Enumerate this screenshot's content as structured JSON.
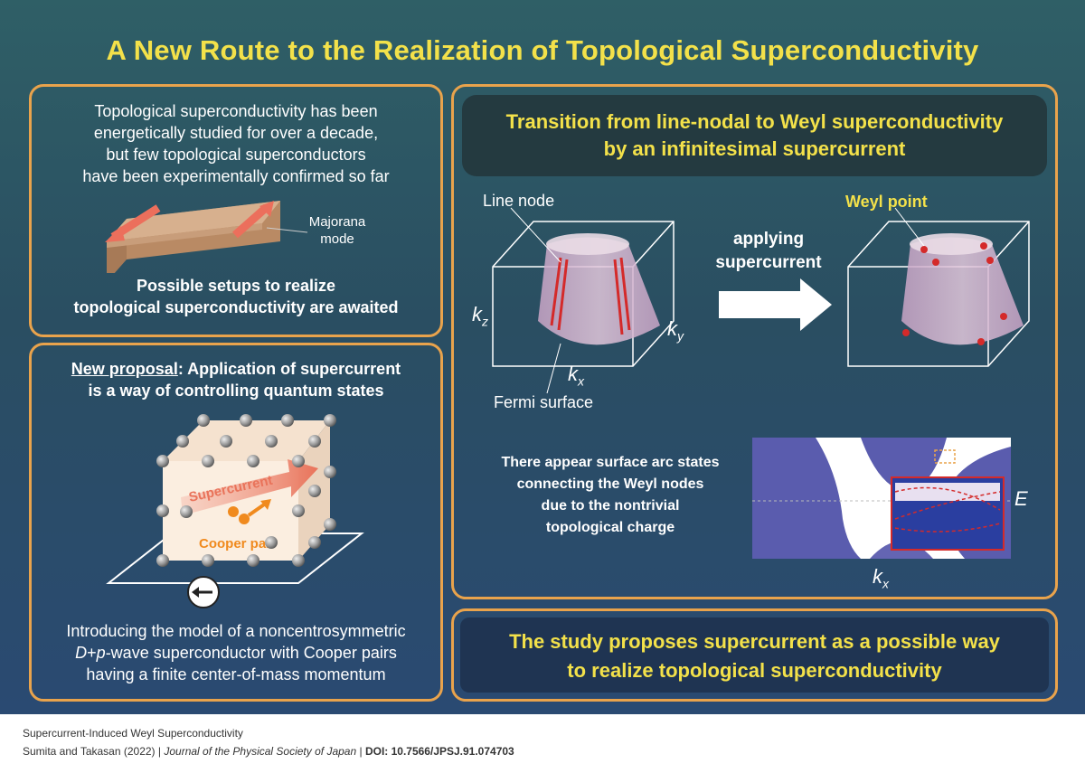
{
  "title": "A New Route to the Realization of Topological Superconductivity",
  "panel_top_left": {
    "intro": [
      "Topological superconductivity has been",
      "energetically studied for over a decade,",
      "but few topological superconductors",
      "have been experimentally confirmed so far"
    ],
    "majorana_label": [
      "Majorana",
      "mode"
    ],
    "conclusion": [
      "Possible setups to realize",
      "topological superconductivity are awaited"
    ]
  },
  "panel_bottom_left": {
    "proposal_prefix": "New proposal",
    "proposal_rest": ": Application of supercurrent",
    "proposal_line2": "is a way of controlling quantum states",
    "supercurrent_label": "Supercurrent",
    "cooper_label": "Cooper pair",
    "model_line1": "Introducing the model of a noncentrosymmetric",
    "model_line2_a": "D",
    "model_line2_b": "+",
    "model_line2_c": "p",
    "model_line2_d": "-wave superconductor with Cooper pairs",
    "model_line3": "having a finite center-of-mass momentum"
  },
  "panel_right": {
    "heading": [
      "Transition from line-nodal to Weyl superconductivity",
      "by an infinitesimal supercurrent"
    ],
    "line_node": "Line node",
    "weyl_point": "Weyl point",
    "applying": [
      "applying",
      "supercurrent"
    ],
    "fermi_surface": "Fermi surface",
    "axis_kz": "k",
    "axis_kz_sub": "z",
    "axis_ky": "k",
    "axis_ky_sub": "y",
    "axis_kx": "k",
    "axis_kx_sub": "x",
    "arc_text": [
      "There appear surface arc states",
      "connecting the Weyl nodes",
      "due to the nontrivial",
      "topological charge"
    ],
    "energy_label": "E",
    "spectrum_kx": "k",
    "spectrum_kx_sub": "x"
  },
  "panel_conclusion": {
    "text": [
      "The study proposes supercurrent as a possible way",
      "to realize topological superconductivity"
    ]
  },
  "footer": {
    "line1": "Supercurrent-Induced Weyl Superconductivity",
    "authors": "Sumita and Takasan (2022)",
    "sep1": " | ",
    "journal": "Journal of the Physical Society of Japan",
    "sep2": " | ",
    "doi": "DOI: 10.7566/JPSJ.91.074703"
  },
  "colors": {
    "accent_yellow": "#f3e14a",
    "panel_border": "#e9a34c",
    "supercurrent_arrow": "#e9735a",
    "cooper_orange": "#f08a1e",
    "node_red": "#d42a2a"
  }
}
